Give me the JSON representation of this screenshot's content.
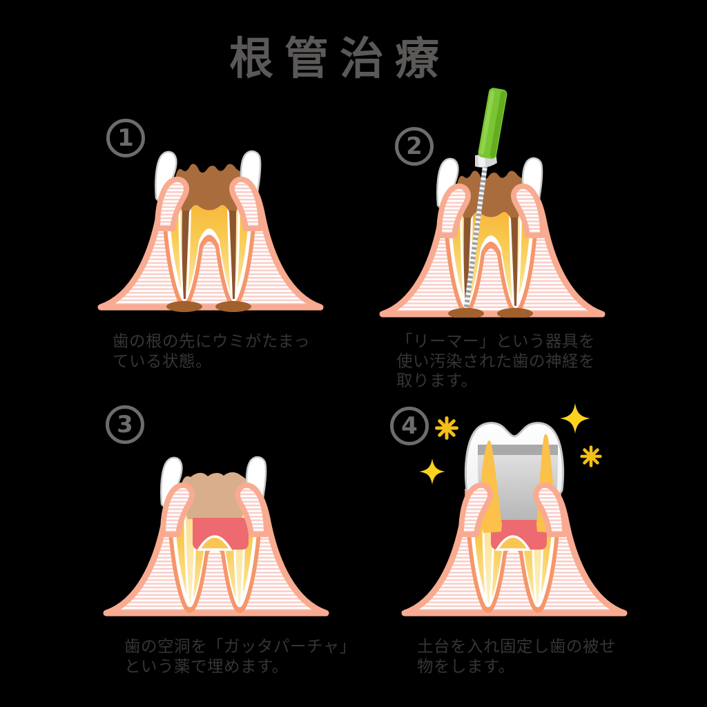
{
  "title": {
    "text": "根管治療"
  },
  "steps": [
    {
      "number": "1",
      "caption_lines": [
        "歯の根の先にウミがたまっ",
        "ている状態。"
      ],
      "illustration": "tooth-cross-section-with-pus-at-root-tips"
    },
    {
      "number": "2",
      "caption_lines": [
        "「リーマー」という器具を",
        "使い汚染された歯の神経を",
        "取ります。"
      ],
      "illustration": "reamer-tool-removing-infected-nerve"
    },
    {
      "number": "3",
      "caption_lines": [
        "歯の空洞を「ガッタパーチャ」",
        "という薬で埋めます。"
      ],
      "illustration": "cavity-filled-with-gutta-percha"
    },
    {
      "number": "4",
      "caption_lines": [
        "土台を入れ固定し歯の被せ",
        "物をします。"
      ],
      "illustration": "post-core-and-crown-placed-with-sparkles"
    }
  ],
  "palette": {
    "background": "#000000",
    "title_text": "#5B5858",
    "caption_text": "#383434",
    "badge_gray": "#6E6B6B",
    "gum_salmon": "#F8AB91",
    "gum_stripe_pink": "#F9CEC9",
    "root_orange": "#F5966B",
    "dentin_yellow": "#F8BC42",
    "dentin_pale": "#FCEAAB",
    "decay_brown": "#A96C3D",
    "infection_brown": "#8C5530",
    "pus_brown": "#A2602D",
    "enamel_white": "#FFFFFF",
    "enamel_outline_gray": "#C9CACA",
    "filling_tan": "#D9AE8C",
    "gutta_percha_red": "#ED6B70",
    "crown_silver": "#B7B7B7",
    "reamer_green": "#7AC532",
    "sparkle_yellow": "#FCD21F"
  }
}
